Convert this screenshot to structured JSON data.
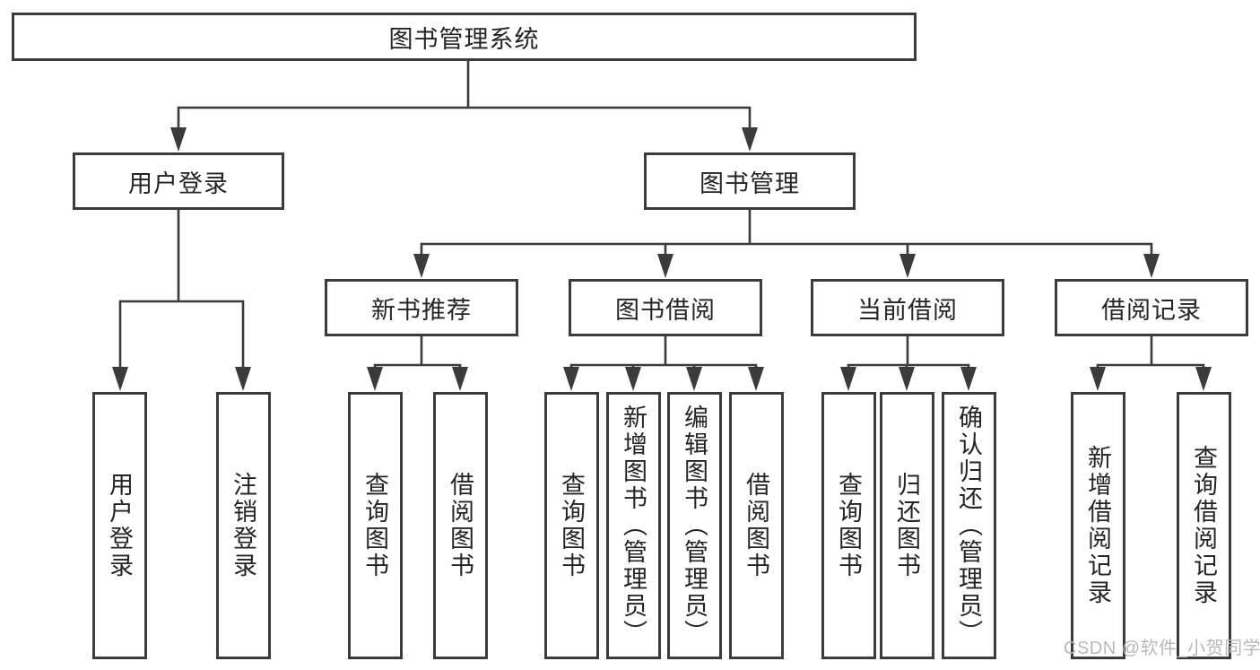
{
  "tree": {
    "label": "图书管理系统",
    "children": [
      {
        "label": "用户登录",
        "children": [
          {
            "label": "用户登录"
          },
          {
            "label": "注销登录"
          }
        ]
      },
      {
        "label": "图书管理",
        "children": [
          {
            "label": "新书推荐",
            "children": [
              {
                "label": "查询图书"
              },
              {
                "label": "借阅图书"
              }
            ]
          },
          {
            "label": "图书借阅",
            "children": [
              {
                "label": "查询图书"
              },
              {
                "label": "新增图书（管理员）"
              },
              {
                "label": "编辑图书（管理员）"
              },
              {
                "label": "借阅图书"
              }
            ]
          },
          {
            "label": "当前借阅",
            "children": [
              {
                "label": "查询图书"
              },
              {
                "label": "归还图书"
              },
              {
                "label": "确认归还（管理员）"
              }
            ]
          },
          {
            "label": "借阅记录",
            "children": [
              {
                "label": "新增借阅记录"
              },
              {
                "label": "查询借阅记录"
              }
            ]
          }
        ]
      }
    ]
  },
  "watermark": {
    "text": "CSDN @软件_小贺同学"
  },
  "colors": {
    "background": "#ffffff",
    "line": "#3b3b3b",
    "box_border": "#3b3b3b",
    "text": "#242424",
    "watermark": "#b8b8b8"
  }
}
